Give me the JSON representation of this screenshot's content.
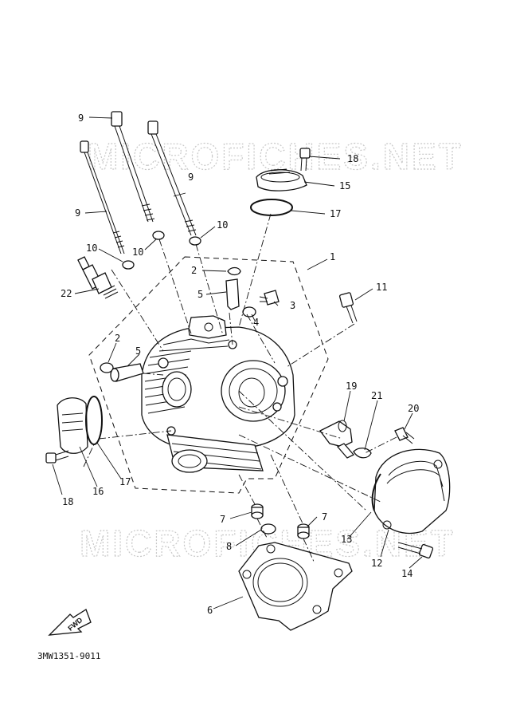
{
  "watermark": {
    "text": "MICROFICHES.NET"
  },
  "drawing_code": "3MW1351-9011",
  "fwd_label": "FWD",
  "callouts": {
    "c1": "1",
    "c2a": "2",
    "c2b": "2",
    "c3": "3",
    "c4": "4",
    "c5a": "5",
    "c5b": "5",
    "c6": "6",
    "c7a": "7",
    "c7b": "7",
    "c8": "8",
    "c9a": "9",
    "c9b": "9",
    "c9c": "9",
    "c10a": "10",
    "c10b": "10",
    "c10c": "10",
    "c11": "11",
    "c12": "12",
    "c13": "13",
    "c14": "14",
    "c15": "15",
    "c16": "16",
    "c17a": "17",
    "c17b": "17",
    "c18a": "18",
    "c18b": "18",
    "c19": "19",
    "c20": "20",
    "c21": "21",
    "c22": "22"
  }
}
